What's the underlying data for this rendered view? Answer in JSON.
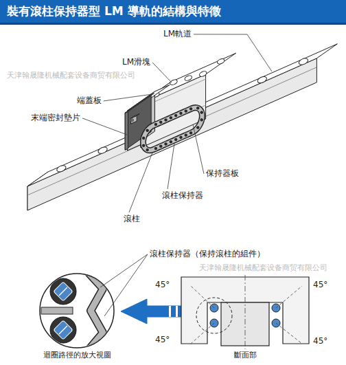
{
  "diagram": {
    "title": "裝有滾柱保持器型 LM 導軌的結構與特徵",
    "labels": [
      "LM軌道",
      "LM滑塊",
      "天津翰晟隆机械配套设备商贸有限公司",
      "端蓋板",
      "末端密封墊片",
      "保持器板",
      "滾柱保持器",
      "滾柱",
      "滾柱保持器（保持滾柱的組件）",
      "天津翰晟隆机械配套设备商贸有限公司",
      "45°",
      "45°",
      "45°",
      "45°",
      "迴圈路徑的放大視圖",
      "斷面部"
    ]
  }
}
